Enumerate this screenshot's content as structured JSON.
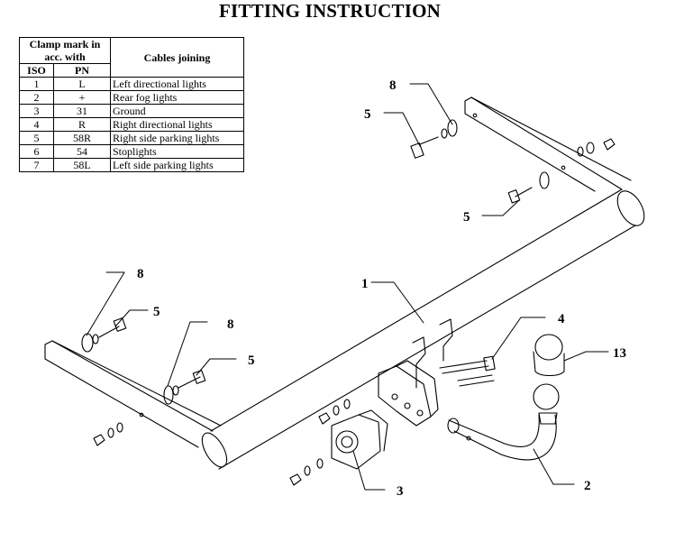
{
  "title": "FITTING INSTRUCTION",
  "table": {
    "header_clamp": "Clamp mark in acc. with",
    "header_cables": "Cables joining",
    "header_iso": "ISO",
    "header_pn": "PN",
    "rows": [
      {
        "iso": "1",
        "pn": "L",
        "cable": "Left directional lights"
      },
      {
        "iso": "2",
        "pn": "+",
        "cable": "Rear fog lights"
      },
      {
        "iso": "3",
        "pn": "31",
        "cable": "Ground"
      },
      {
        "iso": "4",
        "pn": "R",
        "cable": "Right directional lights"
      },
      {
        "iso": "5",
        "pn": "58R",
        "cable": "Right side parking lights"
      },
      {
        "iso": "6",
        "pn": "54",
        "cable": "Stoplights"
      },
      {
        "iso": "7",
        "pn": "58L",
        "cable": "Left side parking lights"
      }
    ]
  },
  "callouts": {
    "c8a": "8",
    "c5a": "5",
    "c5b": "5",
    "c1": "1",
    "c8b": "8",
    "c5c": "5",
    "c8c": "8",
    "c5d": "5",
    "c4": "4",
    "c13": "13",
    "c3": "3",
    "c2": "2"
  }
}
